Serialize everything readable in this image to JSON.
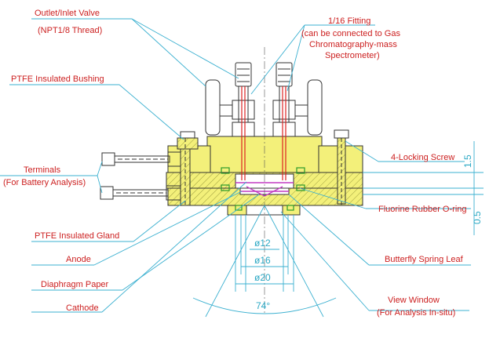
{
  "labels": {
    "outlet_valve": "Outlet/Inlet Valve",
    "outlet_valve_thread": "(NPT1/8 Thread)",
    "fitting": "1/16 Fitting",
    "fitting_line1": "(can be connected to Gas",
    "fitting_line2": "Chromatography-mass",
    "fitting_line3": "Spectrometer)",
    "bushing": "PTFE Insulated Bushing",
    "terminals": "Terminals",
    "terminals_sub": "(For Battery Analysis)",
    "locking_screw": "4-Locking Screw",
    "oring": "Fluorine Rubber O-ring",
    "gland": "PTFE Insulated Gland",
    "anode": "Anode",
    "spring_leaf": "Butterfly Spring Leaf",
    "diaphragm": "Diaphragm Paper",
    "cathode": "Cathode",
    "view_window": "View Window",
    "view_window_sub": "(For Analysis In-situ)"
  },
  "dimensions": {
    "d12": "ø12",
    "d16": "ø16",
    "d20": "ø20",
    "angle": "74°",
    "t15": "1.5",
    "t05": "0.5"
  }
}
